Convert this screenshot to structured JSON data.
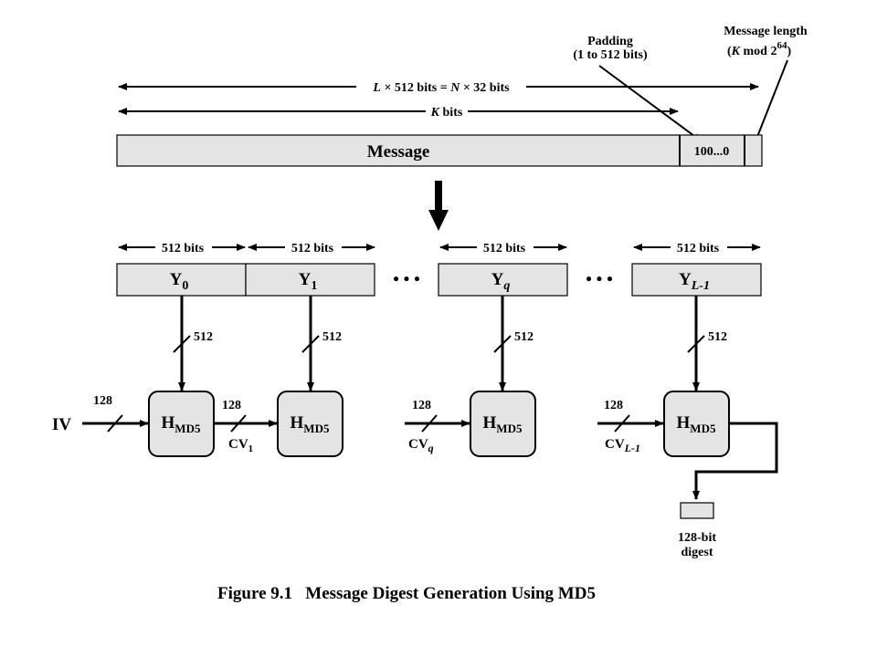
{
  "annotations": {
    "padding_title": "Padding",
    "padding_range": "(1 to 512 bits)",
    "length_title": "Message length",
    "length_K": "K",
    "length_mod": " mod 2",
    "length_exp": "64",
    "length_close": ")",
    "length_open": "("
  },
  "top_arrows": {
    "total_L": "L",
    "total_mid": " × 512 bits = ",
    "total_N": "N",
    "total_end": " × 32 bits",
    "k_label": "K",
    "k_suffix": " bits"
  },
  "message_bar": {
    "label": "Message",
    "padding_value": "100...0"
  },
  "blocks": [
    {
      "base": "Y",
      "sub": "0",
      "width_label": "512 bits"
    },
    {
      "base": "Y",
      "sub": "1",
      "width_label": "512 bits"
    },
    {
      "base": "Y",
      "sub": "q",
      "width_label": "512 bits"
    },
    {
      "base": "Y",
      "sub": "L-1",
      "width_label": "512 bits"
    }
  ],
  "ellipsis": "• • •",
  "bus_512": "512",
  "bus_128": "128",
  "hash_box": {
    "base": "H",
    "sub": "MD5"
  },
  "chain": {
    "iv": "IV",
    "cv1_base": "CV",
    "cv1_sub": "1",
    "cvq_base": "CV",
    "cvq_sub": "q",
    "cvl_base": "CV",
    "cvl_sub": "L-1"
  },
  "digest": {
    "line1": "128-bit",
    "line2": "digest"
  },
  "caption": "Figure 9.1   Message Digest Generation Using MD5"
}
